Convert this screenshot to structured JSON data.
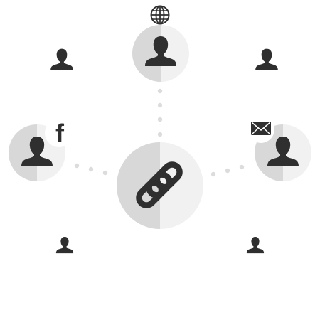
{
  "colors": {
    "circle_light": "#f1f1f1",
    "circle_dark": "#d8d8d8",
    "icon": "#2f2f2f",
    "dots": "#dcdcdc",
    "background": "#ffffff"
  },
  "nodes": [
    {
      "id": "top",
      "icon": "person-icon",
      "badge": "globe-icon"
    },
    {
      "id": "left",
      "icon": "person-icon",
      "badge": "facebook-icon"
    },
    {
      "id": "right",
      "icon": "person-icon",
      "badge": "envelope-icon"
    },
    {
      "id": "center",
      "icon": "chain-link-icon"
    }
  ],
  "small_people": 4,
  "badges": {
    "facebook_glyph": "f"
  }
}
